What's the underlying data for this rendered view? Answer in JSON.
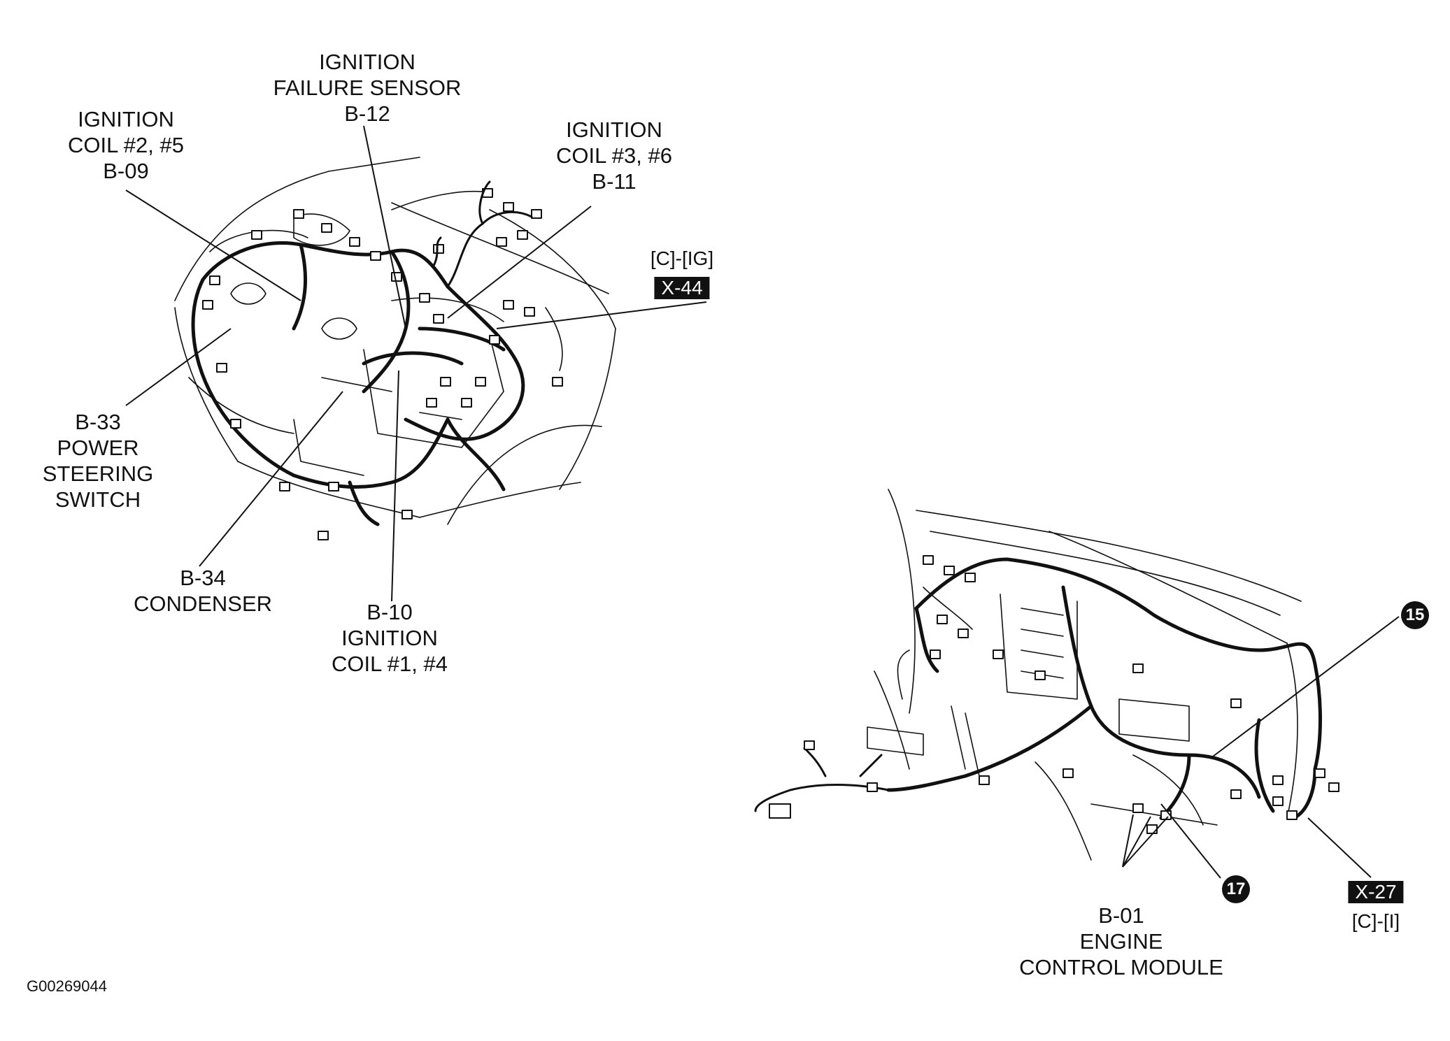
{
  "labels": {
    "ignition_failure_sensor": [
      "IGNITION",
      "FAILURE SENSOR",
      "B-12"
    ],
    "ignition_coil_2_5": [
      "IGNITION",
      "COIL #2, #5",
      "B-09"
    ],
    "ignition_coil_3_6": [
      "IGNITION",
      "COIL #3, #6",
      "B-11"
    ],
    "power_steering_switch": [
      "B-33",
      "POWER",
      "STEERING",
      "SWITCH"
    ],
    "condenser": [
      "B-34",
      "CONDENSER"
    ],
    "ignition_coil_1_4": [
      "B-10",
      "IGNITION",
      "COIL #1, #4"
    ],
    "engine_control_module": [
      "B-01",
      "ENGINE",
      "CONTROL MODULE"
    ]
  },
  "connector_refs": {
    "x44": {
      "bracket": "[C]-[IG]",
      "tag": "X-44"
    },
    "x27": {
      "tag": "X-27",
      "bracket": "[C]-[I]"
    }
  },
  "callouts": {
    "c15": "15",
    "c17": "17"
  },
  "figure_id": "G00269044",
  "colors": {
    "ink": "#111111",
    "paper": "#ffffff"
  }
}
